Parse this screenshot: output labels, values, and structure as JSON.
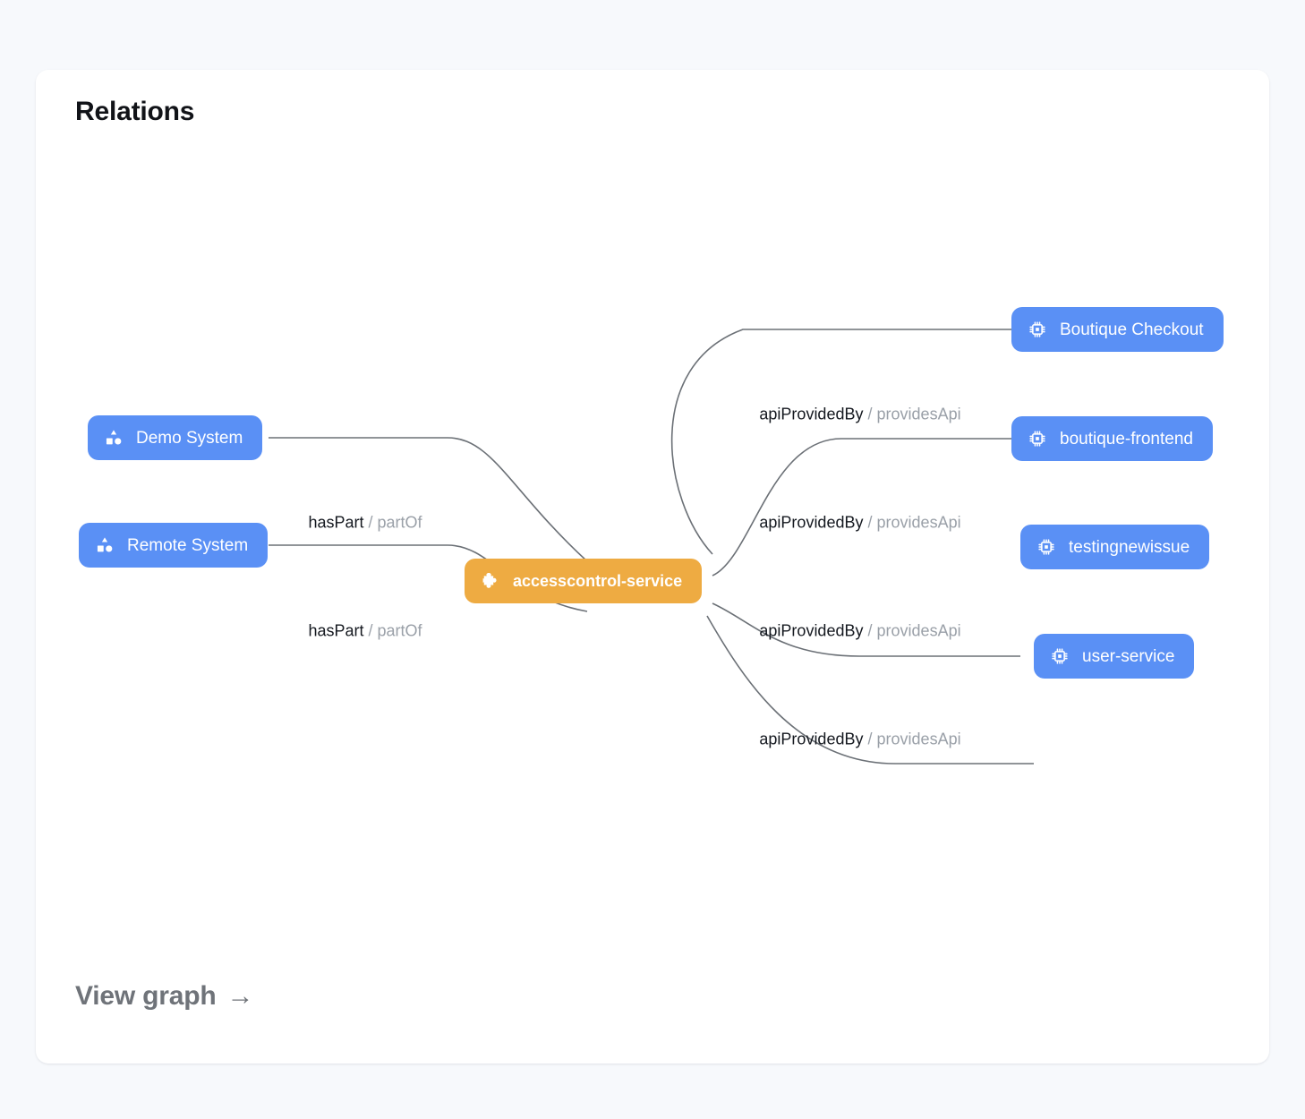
{
  "card": {
    "title": "Relations",
    "footer_link": "View graph",
    "footer_arrow": "→"
  },
  "colors": {
    "page_background": "#f7f9fc",
    "card_background": "#ffffff",
    "node_blue": "#5a90f5",
    "node_orange": "#eeab42",
    "edge_stroke": "#6b7076",
    "label_forward": "#14181f",
    "label_reverse": "#9aa0a8",
    "title_text": "#111318",
    "footer_text": "#6f7379"
  },
  "graph": {
    "center_node": {
      "label": "accesscontrol-service",
      "icon": "puzzle-piece-icon",
      "kind": "component",
      "color": "#eeab42"
    },
    "left_nodes": [
      {
        "label": "Demo System",
        "icon": "shapes-icon",
        "kind": "system",
        "color": "#5a90f5"
      },
      {
        "label": "Remote System",
        "icon": "shapes-icon",
        "kind": "system",
        "color": "#5a90f5"
      }
    ],
    "right_nodes": [
      {
        "label": "Boutique Checkout",
        "icon": "cpu-chip-icon",
        "kind": "api",
        "color": "#5a90f5"
      },
      {
        "label": "boutique-frontend",
        "icon": "cpu-chip-icon",
        "kind": "api",
        "color": "#5a90f5"
      },
      {
        "label": "testingnewissue",
        "icon": "cpu-chip-icon",
        "kind": "api",
        "color": "#5a90f5"
      },
      {
        "label": "user-service",
        "icon": "cpu-chip-icon",
        "kind": "api",
        "color": "#5a90f5"
      }
    ],
    "edges": [
      {
        "source": "Demo System",
        "target": "accesscontrol-service",
        "forward": "hasPart",
        "separator": "/",
        "reverse": "partOf"
      },
      {
        "source": "Remote System",
        "target": "accesscontrol-service",
        "forward": "hasPart",
        "separator": "/",
        "reverse": "partOf"
      },
      {
        "source": "accesscontrol-service",
        "target": "Boutique Checkout",
        "forward": "apiProvidedBy",
        "separator": "/",
        "reverse": "providesApi"
      },
      {
        "source": "accesscontrol-service",
        "target": "boutique-frontend",
        "forward": "apiProvidedBy",
        "separator": "/",
        "reverse": "providesApi"
      },
      {
        "source": "accesscontrol-service",
        "target": "testingnewissue",
        "forward": "apiProvidedBy",
        "separator": "/",
        "reverse": "providesApi"
      },
      {
        "source": "accesscontrol-service",
        "target": "user-service",
        "forward": "apiProvidedBy",
        "separator": "/",
        "reverse": "providesApi"
      }
    ]
  }
}
